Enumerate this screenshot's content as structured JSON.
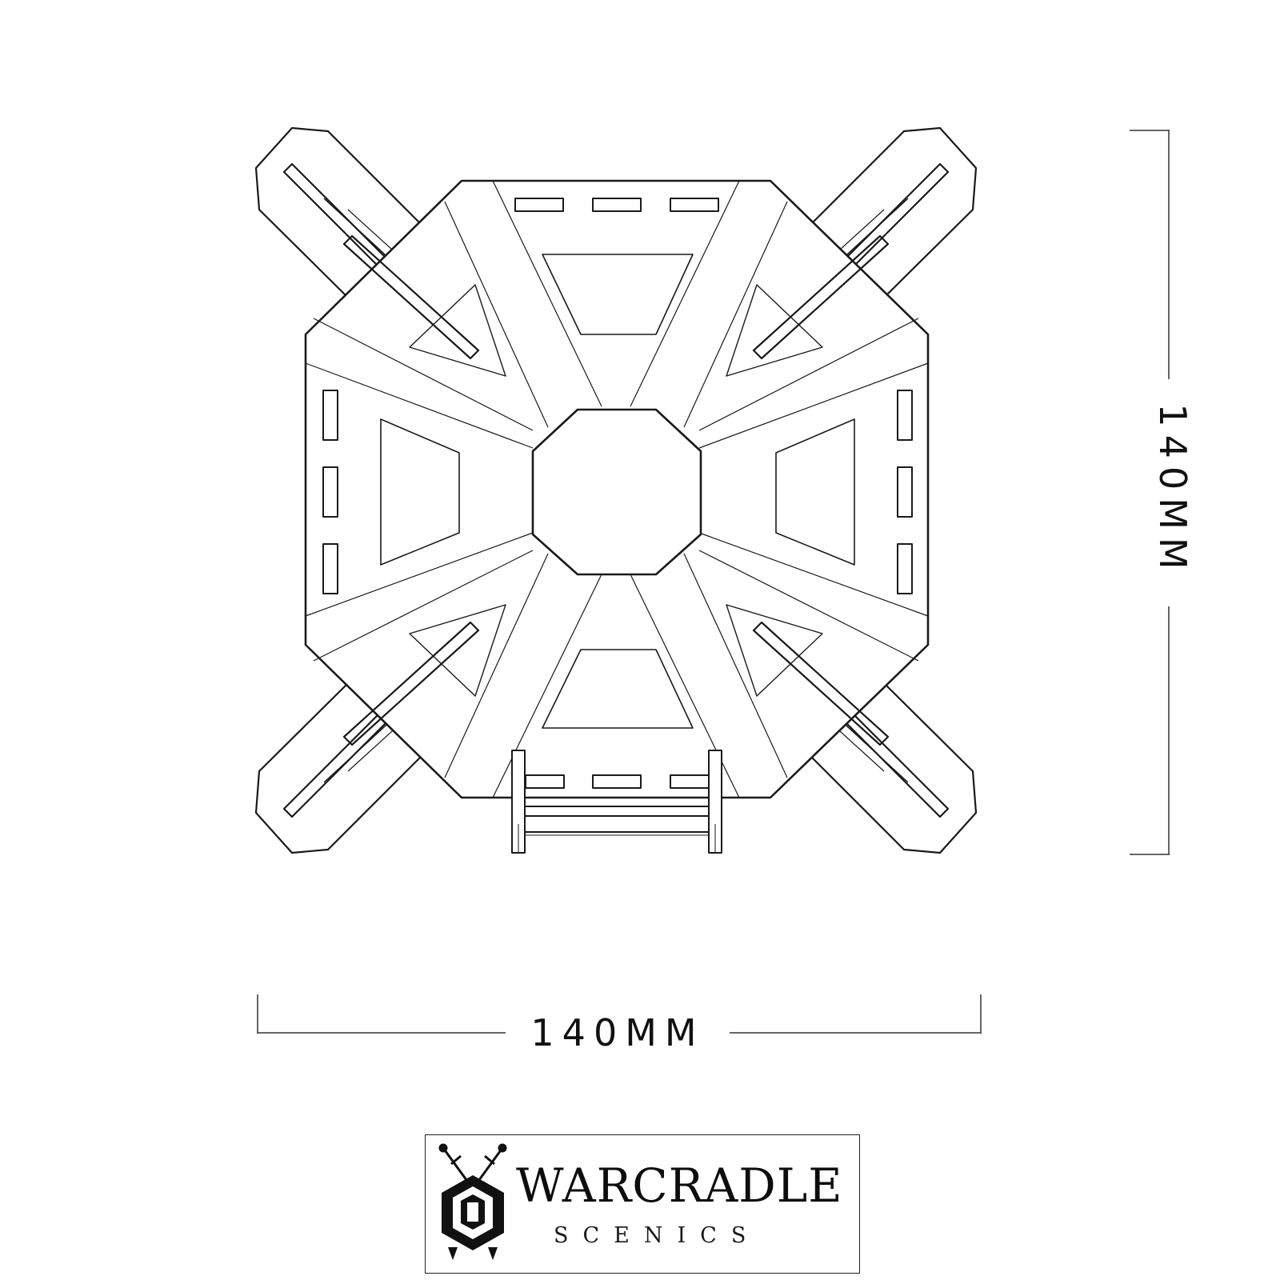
{
  "dimensions": {
    "width_label": "140MM",
    "height_label": "140MM"
  },
  "logo": {
    "brand": "WARCRADLE",
    "sub": "SCENICS"
  },
  "colors": {
    "line": "#1a1a1a",
    "background": "#ffffff"
  },
  "icons": [
    "crossed-swords-shield-icon"
  ]
}
